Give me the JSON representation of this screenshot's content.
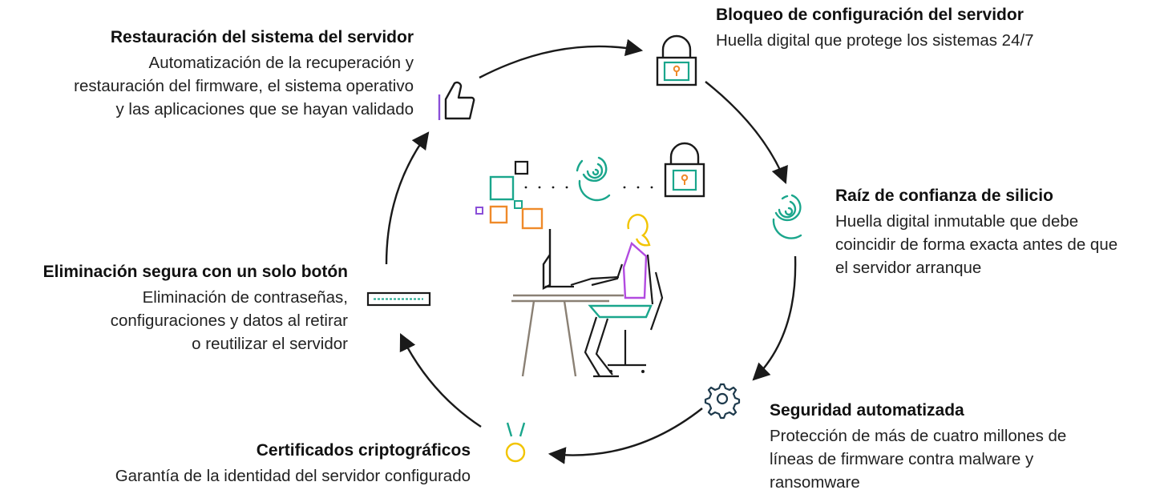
{
  "steps": [
    {
      "title": "Bloqueo de configuración del servidor",
      "desc": "Huella digital que protege los sistemas 24/7",
      "icon": "padlock-icon"
    },
    {
      "title": "Raíz de confianza de silicio",
      "desc": "Huella digital inmutable que debe\ncoincidir de forma exacta antes de que\nel servidor arranque",
      "icon": "fingerprint-icon"
    },
    {
      "title": "Seguridad automatizada",
      "desc": "Protección de más de cuatro millones de\nlíneas de firmware contra malware y\nransomware",
      "icon": "gear-icon"
    },
    {
      "title": "Certificados criptográficos",
      "desc": "Garantía de la identidad del servidor configurado",
      "icon": "medal-icon"
    },
    {
      "title": "Eliminación segura con un solo botón",
      "desc": "Eliminación de contraseñas,\nconfiguraciones y datos al retirar\no reutilizar el servidor",
      "icon": "server-drive-icon"
    },
    {
      "title": "Restauración del sistema del servidor",
      "desc": "Automatización de la recuperación y\nrestauración del firmware, el sistema operativo\ny las aplicaciones que se hayan validado",
      "icon": "thumbs-up-icon"
    }
  ],
  "colors": {
    "teal": "#1aa68c",
    "orange": "#ef8a2a",
    "purple": "#8a4fd8",
    "violet": "#b24be0",
    "yellow": "#f2c400",
    "navy": "#1e3a4c",
    "gray": "#8a8074",
    "arrow": "#1a1a1a"
  }
}
